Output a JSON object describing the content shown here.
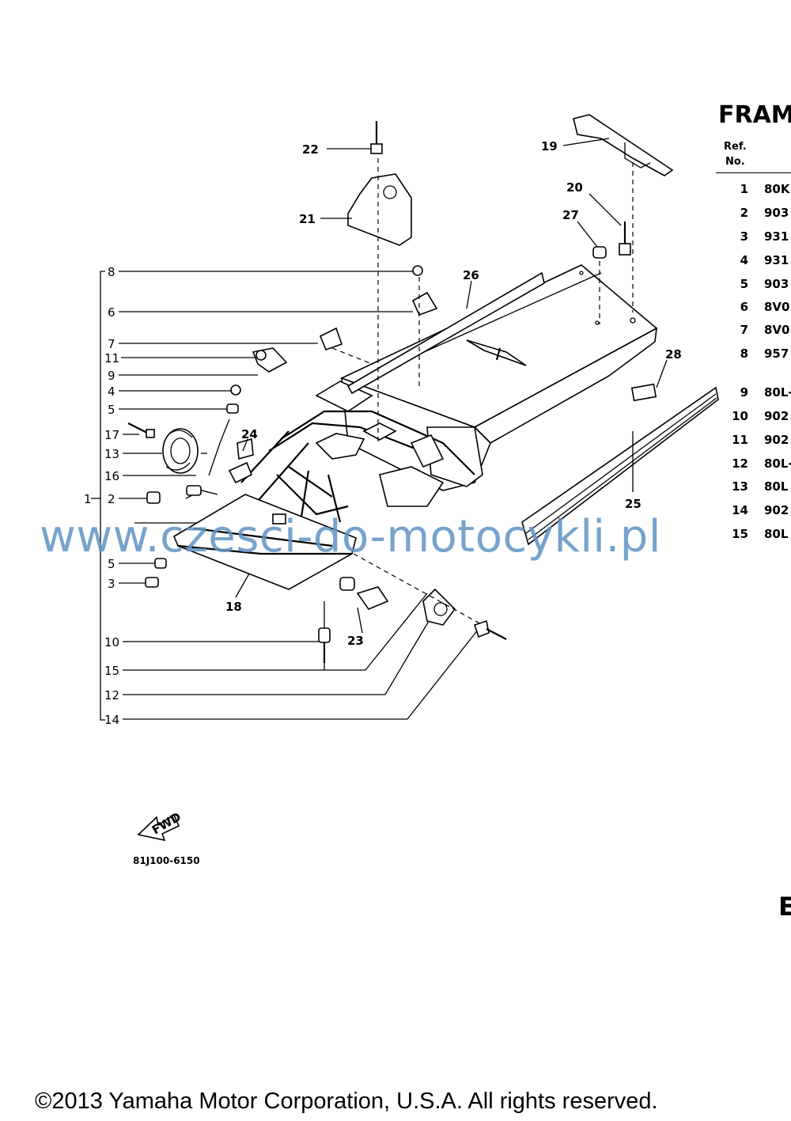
{
  "header": {
    "title": "FRAM"
  },
  "table": {
    "ref_label": "Ref.",
    "no_label": "No.",
    "rows": [
      {
        "ref": "1",
        "code": "80K"
      },
      {
        "ref": "2",
        "code": "903"
      },
      {
        "ref": "3",
        "code": "931"
      },
      {
        "ref": "4",
        "code": "931"
      },
      {
        "ref": "5",
        "code": "903"
      },
      {
        "ref": "6",
        "code": "8V0"
      },
      {
        "ref": "7",
        "code": "8V0"
      },
      {
        "ref": "8",
        "code": "957"
      },
      {
        "ref": "9",
        "code": "80L-"
      },
      {
        "ref": "10",
        "code": "902"
      },
      {
        "ref": "11",
        "code": "902"
      },
      {
        "ref": "12",
        "code": "80L-"
      },
      {
        "ref": "13",
        "code": "80L"
      },
      {
        "ref": "14",
        "code": "902"
      },
      {
        "ref": "15",
        "code": "80L"
      }
    ]
  },
  "callouts": {
    "c18": "18",
    "c19": "19",
    "c20": "20",
    "c21": "21",
    "c22": "22",
    "c23": "23",
    "c24": "24",
    "c25": "25",
    "c26": "26",
    "c27": "27",
    "c28": "28"
  },
  "side_labels": {
    "s1": "1",
    "s2": "2",
    "s3": "3",
    "s4": "4",
    "s5a": "5",
    "s5b": "5",
    "s6": "6",
    "s7": "7",
    "s8": "8",
    "s9": "9",
    "s10": "10",
    "s11": "11",
    "s12": "12",
    "s13": "13",
    "s14": "14",
    "s15": "15",
    "s16": "16",
    "s17": "17"
  },
  "fwd_label": "FWD",
  "figure_code": "81J100-6150",
  "right_edge_text": "E",
  "watermark": "www.czesci-do-motocykli.pl",
  "copyright": "©2013 Yamaha Motor Corporation, U.S.A. All rights reserved."
}
